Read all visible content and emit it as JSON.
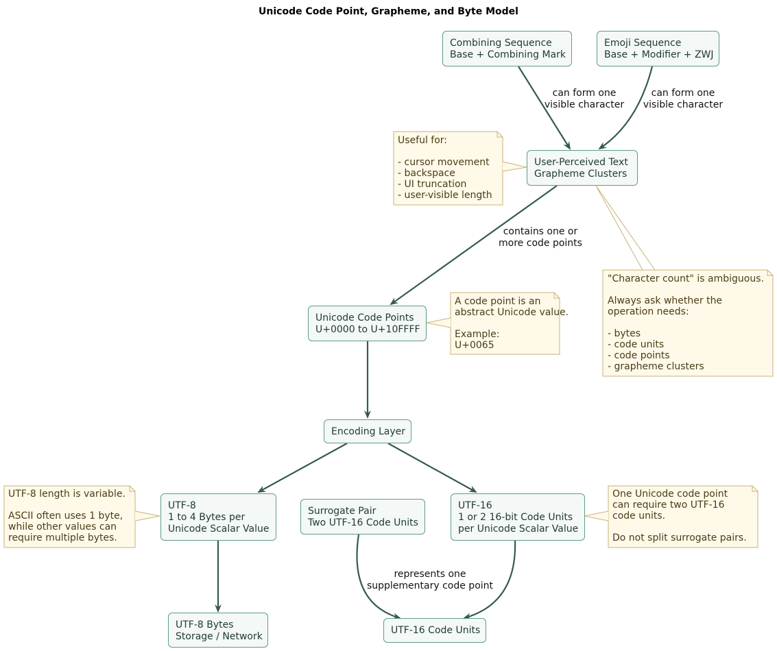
{
  "title": "Unicode Code Point, Grapheme, and Byte Model",
  "nodes": {
    "combining": [
      "Combining Sequence",
      "Base + Combining Mark"
    ],
    "emoji": [
      "Emoji Sequence",
      "Base + Modifier + ZWJ"
    ],
    "grapheme": [
      "User-Perceived Text",
      "Grapheme Clusters"
    ],
    "codepoints": [
      "Unicode Code Points",
      "U+0000 to U+10FFFF"
    ],
    "encoding": [
      "Encoding Layer"
    ],
    "utf8": [
      "UTF-8",
      "1 to 4 Bytes per",
      "Unicode Scalar Value"
    ],
    "surrogate": [
      "Surrogate Pair",
      "Two UTF-16 Code Units"
    ],
    "utf16": [
      "UTF-16",
      "1 or 2 16-bit Code Units",
      "per Unicode Scalar Value"
    ],
    "utf8bytes": [
      "UTF-8 Bytes",
      "Storage / Network"
    ],
    "utf16units": [
      "UTF-16 Code Units"
    ]
  },
  "notes": {
    "useful": [
      "Useful for:",
      "",
      "- cursor movement",
      "- backspace",
      "- UI truncation",
      "- user-visible length"
    ],
    "count": [
      "\"Character count\" is ambiguous.",
      "",
      "Always ask whether the",
      "operation needs:",
      "",
      "- bytes",
      "- code units",
      "- code points",
      "- grapheme clusters"
    ],
    "codepoint": [
      "A code point is an",
      "abstract Unicode value.",
      "",
      "Example:",
      "U+0065"
    ],
    "utf8len": [
      "UTF-8 length is variable.",
      "",
      "ASCII often uses 1 byte,",
      "while other values can",
      "require multiple bytes."
    ],
    "surrogate": [
      "One Unicode code point",
      "can require two UTF-16",
      "code units.",
      "",
      "Do not split surrogate pairs."
    ]
  },
  "edge_labels": {
    "combining_grapheme": [
      "can form one",
      "visible character"
    ],
    "emoji_grapheme": [
      "can form one",
      "visible character"
    ],
    "grapheme_codepoints": [
      "contains one or",
      "more code points"
    ],
    "surrogate_units": [
      "represents one",
      "supplementary code point"
    ]
  },
  "colors": {
    "node_fill": "#f4f8f6",
    "node_border": "#5e9e80",
    "edge": "#355b4a",
    "note_fill": "#fef9e8",
    "note_border": "#c9b27a"
  }
}
